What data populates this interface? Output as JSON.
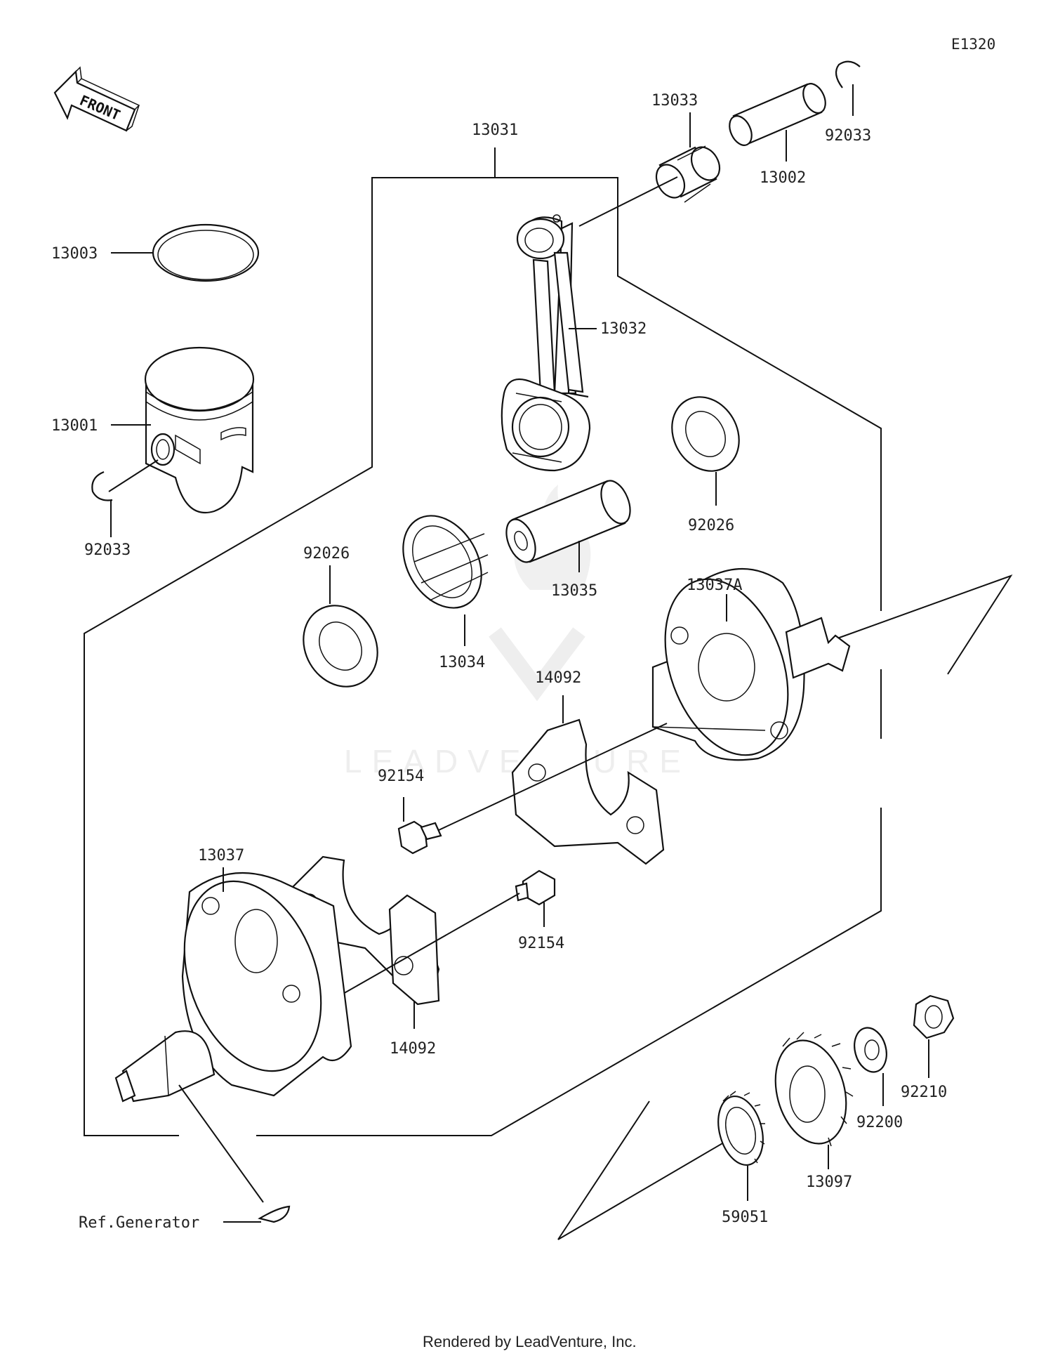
{
  "diagram_code": "E1320",
  "front_arrow_text": "FRONT",
  "callouts": {
    "c13031": "13031",
    "c13033": "13033",
    "c92033_top": "92033",
    "c13002": "13002",
    "c13003": "13003",
    "c13032": "13032",
    "c13001": "13001",
    "c92033_left": "92033",
    "c92026_right": "92026",
    "c92026_left": "92026",
    "c13035": "13035",
    "c13037A": "13037A",
    "c13034": "13034",
    "c14092_top": "14092",
    "c92154_top": "92154",
    "c13037": "13037",
    "c92154_bottom": "92154",
    "c14092_bottom": "14092",
    "c92210": "92210",
    "c92200": "92200",
    "c13097": "13097",
    "c59051": "59051",
    "ref_generator": "Ref.Generator"
  },
  "watermark": "LEADVENTURE",
  "footer": "Rendered by LeadVenture, Inc."
}
